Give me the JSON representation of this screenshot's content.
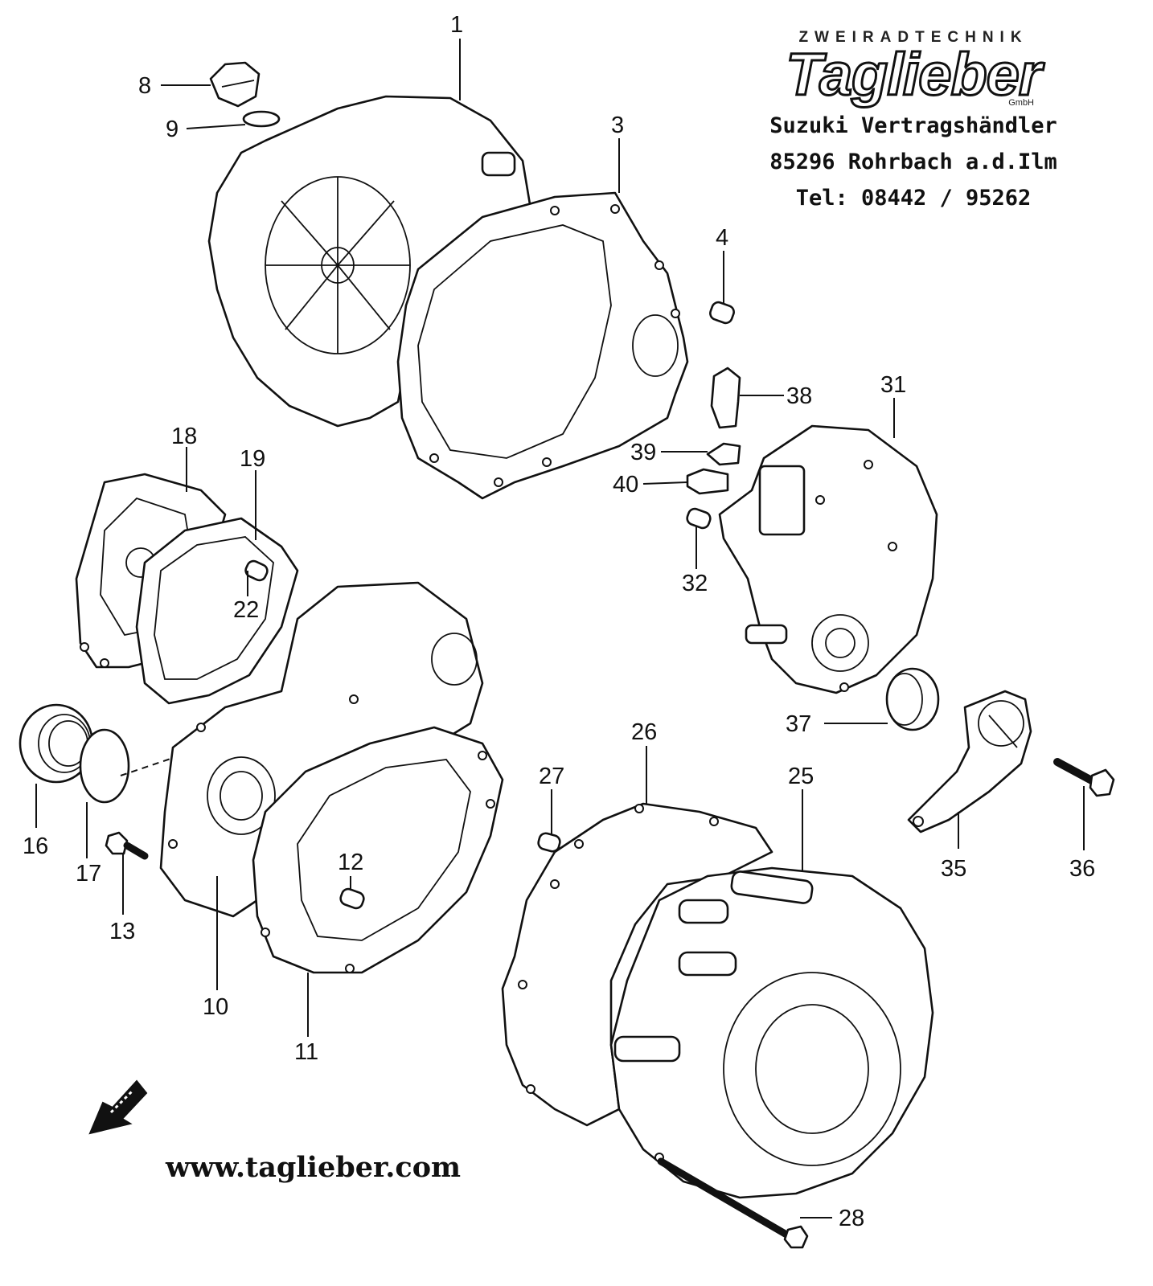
{
  "dealer": {
    "brand_sub": "ZWEIRADTECHNIK",
    "brand_logo": "Taglieber",
    "brand_gmbh": "GmbH",
    "line1": "Suzuki Vertragshändler",
    "line2": "85296 Rohrbach a.d.Ilm",
    "line3": "Tel: 08442 / 95262"
  },
  "website": "www.taglieber.com",
  "callouts": [
    "1",
    "3",
    "4",
    "8",
    "9",
    "10",
    "11",
    "12",
    "13",
    "16",
    "17",
    "18",
    "19",
    "22",
    "25",
    "26",
    "27",
    "28",
    "31",
    "32",
    "35",
    "36",
    "37",
    "38",
    "39",
    "40"
  ],
  "icons": {
    "direction_arrow": "front-arrow-icon"
  }
}
